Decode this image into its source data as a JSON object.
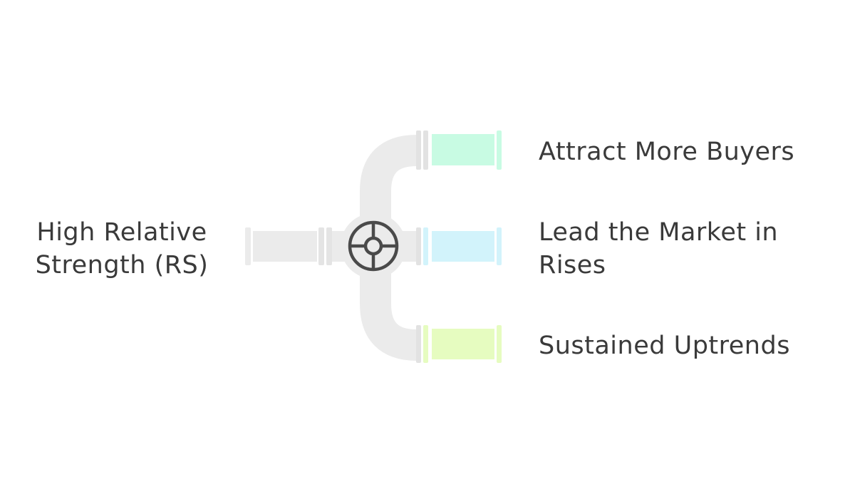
{
  "source": {
    "label_line1": "High Relative",
    "label_line2": "Strength (RS)"
  },
  "outcomes": [
    {
      "label_line1": "Attract More Buyers",
      "label_line2": "",
      "color": "#c8fbe3"
    },
    {
      "label_line1": "Lead the Market in",
      "label_line2": "Rises",
      "color": "#d2f3fb"
    },
    {
      "label_line1": "Sustained Uptrends",
      "label_line2": "",
      "color": "#e6fcc0"
    }
  ],
  "colors": {
    "pipe": "#ebebeb",
    "flange": "#e2e2e2",
    "valve_ring": "#4a4a4a",
    "text": "#3a3a3a"
  },
  "icons": {
    "valve": "valve-wheel-icon"
  }
}
